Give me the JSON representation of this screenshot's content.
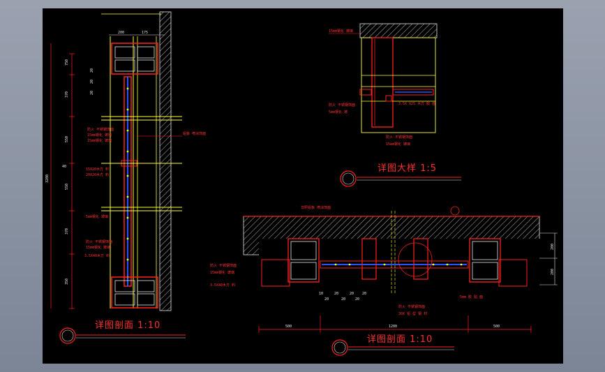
{
  "drawing": {
    "left_view": {
      "title": "详图剖面 1:10",
      "top_dims": [
        "200",
        "175"
      ],
      "side_dims": [
        "750",
        "370",
        "550",
        "550",
        "370",
        "350"
      ],
      "small_dims": [
        "20",
        "20",
        "20"
      ],
      "overall_dim": "3200",
      "marker_label": "40",
      "notes": [
        "铝板 喷涂饰面",
        "防火 不锈钢饰面",
        "15mm钢化 玻璃",
        "15mm钢化 玻璃",
        "15X20木方 料",
        "20X20木方 料",
        "5mm钢化 玻璃",
        "防火 不锈钢饰面",
        "15mm钢化 玻璃",
        "3.5X40木方 料"
      ]
    },
    "top_right_view": {
      "title": "详图大样 1:5",
      "notes": [
        "15mm钢化 玻璃",
        "防火 不锈钢饰面",
        "5mm钢化 玻",
        "3.5X X25 木方 胶 面",
        "防火 不锈钢饰面",
        "15mm钢化 玻璃"
      ]
    },
    "bottom_right_view": {
      "title": "详图剖面 1:10",
      "notes": [
        "日照铝板 喷涂饰面",
        "防火 不锈钢饰面",
        "15mm钢化 玻璃",
        "3.5X40木方 料",
        "防火 不锈钢饰面",
        "5mm 胶 贴 面",
        "30X 铝 型 钢 材"
      ],
      "bottom_dims": [
        "500",
        "1200",
        "500"
      ],
      "small_dims": [
        "10",
        "20",
        "20",
        "20",
        "20",
        "20",
        "20"
      ],
      "side_dims": [
        "200",
        "200"
      ]
    }
  },
  "colors": {
    "background": "#000000",
    "frame": "#8a93a3",
    "red": "#ff2020",
    "yellow": "#ffff33",
    "white": "#e8e8e8",
    "blue": "#2255ff"
  }
}
